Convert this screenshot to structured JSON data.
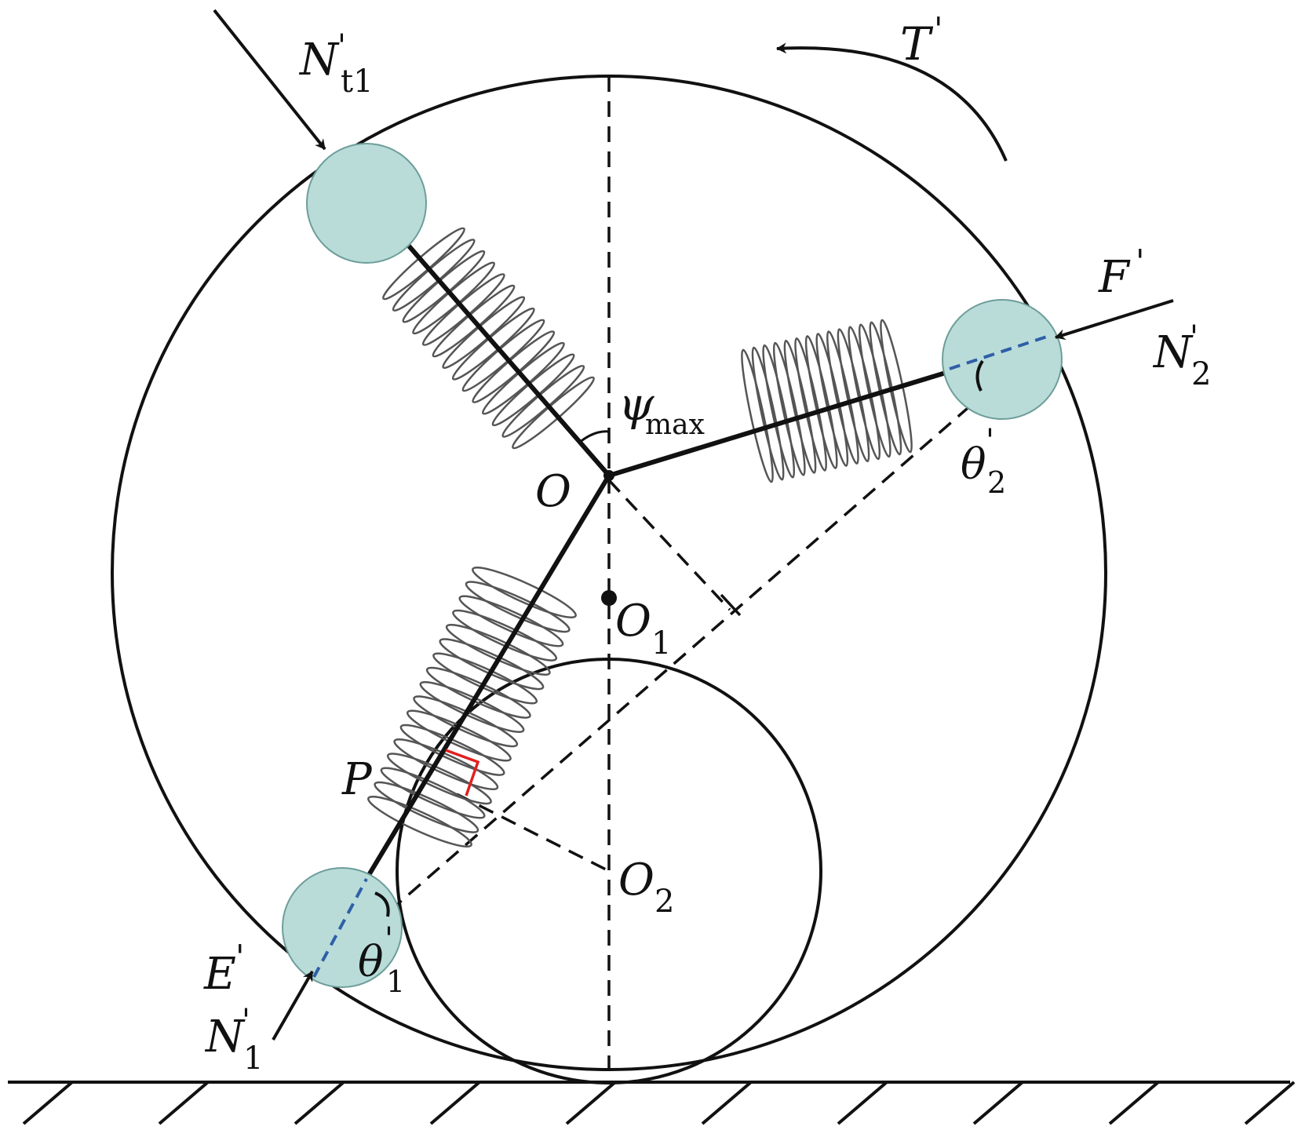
{
  "colors": {
    "stroke": "#111111",
    "roller_fill": "#b9dcd9",
    "roller_stroke": "#6e9e9a",
    "spring": "#555555",
    "blue_dash": "#2f5fa8",
    "right_angle": "#e02020"
  },
  "labels": {
    "N_t1": {
      "main": "N",
      "prime": "'",
      "sub": "t1"
    },
    "T": {
      "main": "T",
      "prime": "'"
    },
    "F": {
      "main": "F",
      "prime": "'"
    },
    "N_2": {
      "main": "N",
      "prime": "'",
      "sub": "2"
    },
    "psi": {
      "main": "ψ",
      "sub": "max"
    },
    "O": {
      "main": "O"
    },
    "O_1": {
      "main": "O",
      "sub": "1"
    },
    "theta_2": {
      "main": "θ",
      "prime": "'",
      "sub": "2"
    },
    "P": {
      "main": "P"
    },
    "O_2": {
      "main": "O",
      "sub": "2"
    },
    "E": {
      "main": "E",
      "prime": "'"
    },
    "theta_1": {
      "main": "θ",
      "prime": "'",
      "sub": "1"
    },
    "N_1": {
      "main": "N",
      "prime": "'",
      "sub": "1"
    }
  }
}
